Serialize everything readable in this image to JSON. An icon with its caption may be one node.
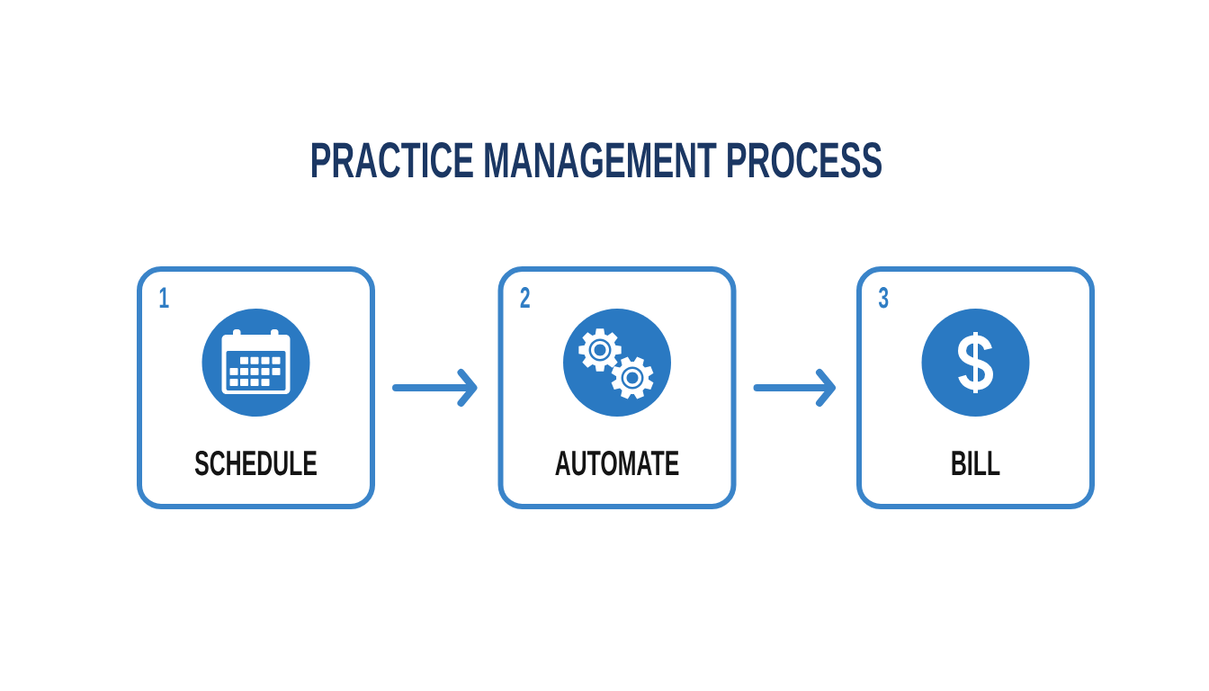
{
  "diagram": {
    "title": "PRACTICE MANAGEMENT PROCESS",
    "nodes": [
      {
        "text": [
          "1",
          "SCHEDULE"
        ]
      },
      {
        "text": [
          "2",
          "AUTOMATE"
        ]
      },
      {
        "text": [
          "3",
          "BILL"
        ]
      }
    ],
    "edges": [
      {
        "from": 0,
        "to": 1,
        "arrow": "to"
      },
      {
        "from": 1,
        "to": 2,
        "arrow": "to"
      }
    ]
  }
}
